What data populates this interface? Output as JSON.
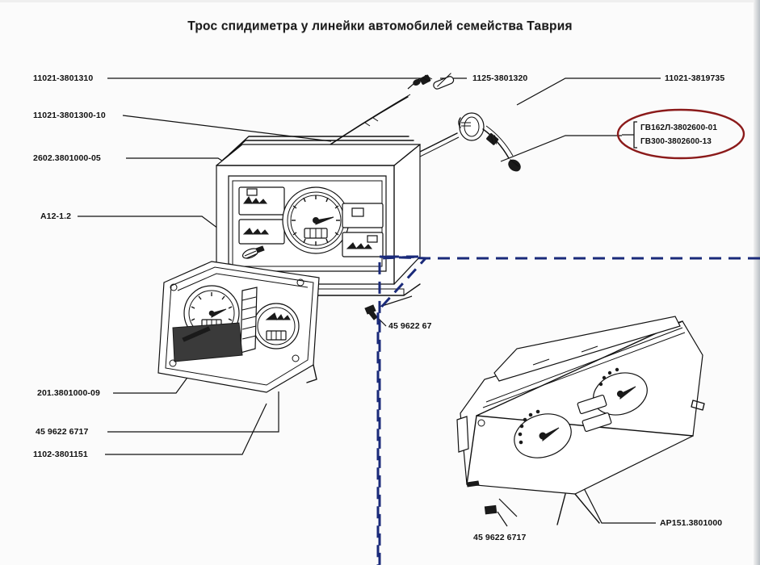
{
  "document": {
    "title": "Трос спидиметра у линейки автомобилей семейства Таврия",
    "type": "exploded-parts-diagram"
  },
  "colors": {
    "line": "#111111",
    "highlight_ellipse": "#8B1A1A",
    "inset_border": "#1a2a7a",
    "background": "#fbfbfb"
  },
  "labels": {
    "top_left_1": "11021-3801310",
    "top_left_2": "11021-3801300-10",
    "top_left_3": "2602.3801000-05",
    "left_lamp": "A12-1.2",
    "left_cluster": "201.3801000-09",
    "left_screw": "45 9622 6717",
    "left_bottom": "1102-3801151",
    "center_top": "1125-3801320",
    "center_screw": "45 9622 67",
    "top_right": "11021-3819735",
    "inset_screw": "45 9622 6717",
    "inset_cluster": "AP151.3801000"
  },
  "highlight_callout": {
    "line_1": "ГВ162Л-3802600-01",
    "line_2": "ГВ300-3802600-13"
  },
  "figures": {
    "main_cluster": "instrument-cluster-front-view",
    "second_cluster": "instrument-cluster-rear-view",
    "inset_cluster": "instrument-cluster-underside-view",
    "cable_upper": "speedometer-cable-upper",
    "cable_lower": "speedometer-cable-lower-with-grommet",
    "ferrule": "cable-ferrule-sleeve"
  }
}
